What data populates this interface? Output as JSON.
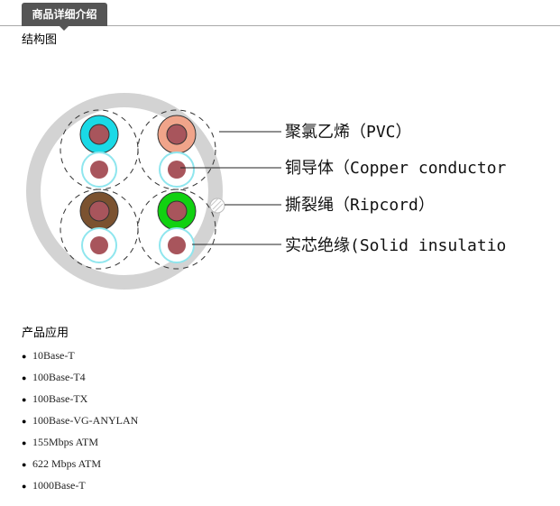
{
  "header": {
    "tab_label": "商品详细介绍"
  },
  "structure_section": {
    "title": "结构图"
  },
  "diagram": {
    "callouts": [
      "聚氯乙烯（PVC）",
      "铜导体（Copper conductor",
      "撕裂绳（Ripcord）",
      "实芯绝缘(Solid insulatio"
    ],
    "colors": {
      "jacket": "#d3d3d3",
      "conductor": "#a8555c",
      "blue": "#1ad9e6",
      "orange": "#f0a48a",
      "brown": "#7b5230",
      "green": "#11d111",
      "white_insulation": "#ffffff",
      "white_insulation_edge": "#8fe6ee"
    }
  },
  "applications": {
    "title": "产品应用",
    "bullet": "●",
    "items": [
      "10Base-T",
      "100Base-T4",
      "100Base-TX",
      "100Base-VG-ANYLAN",
      "155Mbps ATM",
      "622 Mbps ATM",
      "1000Base-T"
    ]
  }
}
